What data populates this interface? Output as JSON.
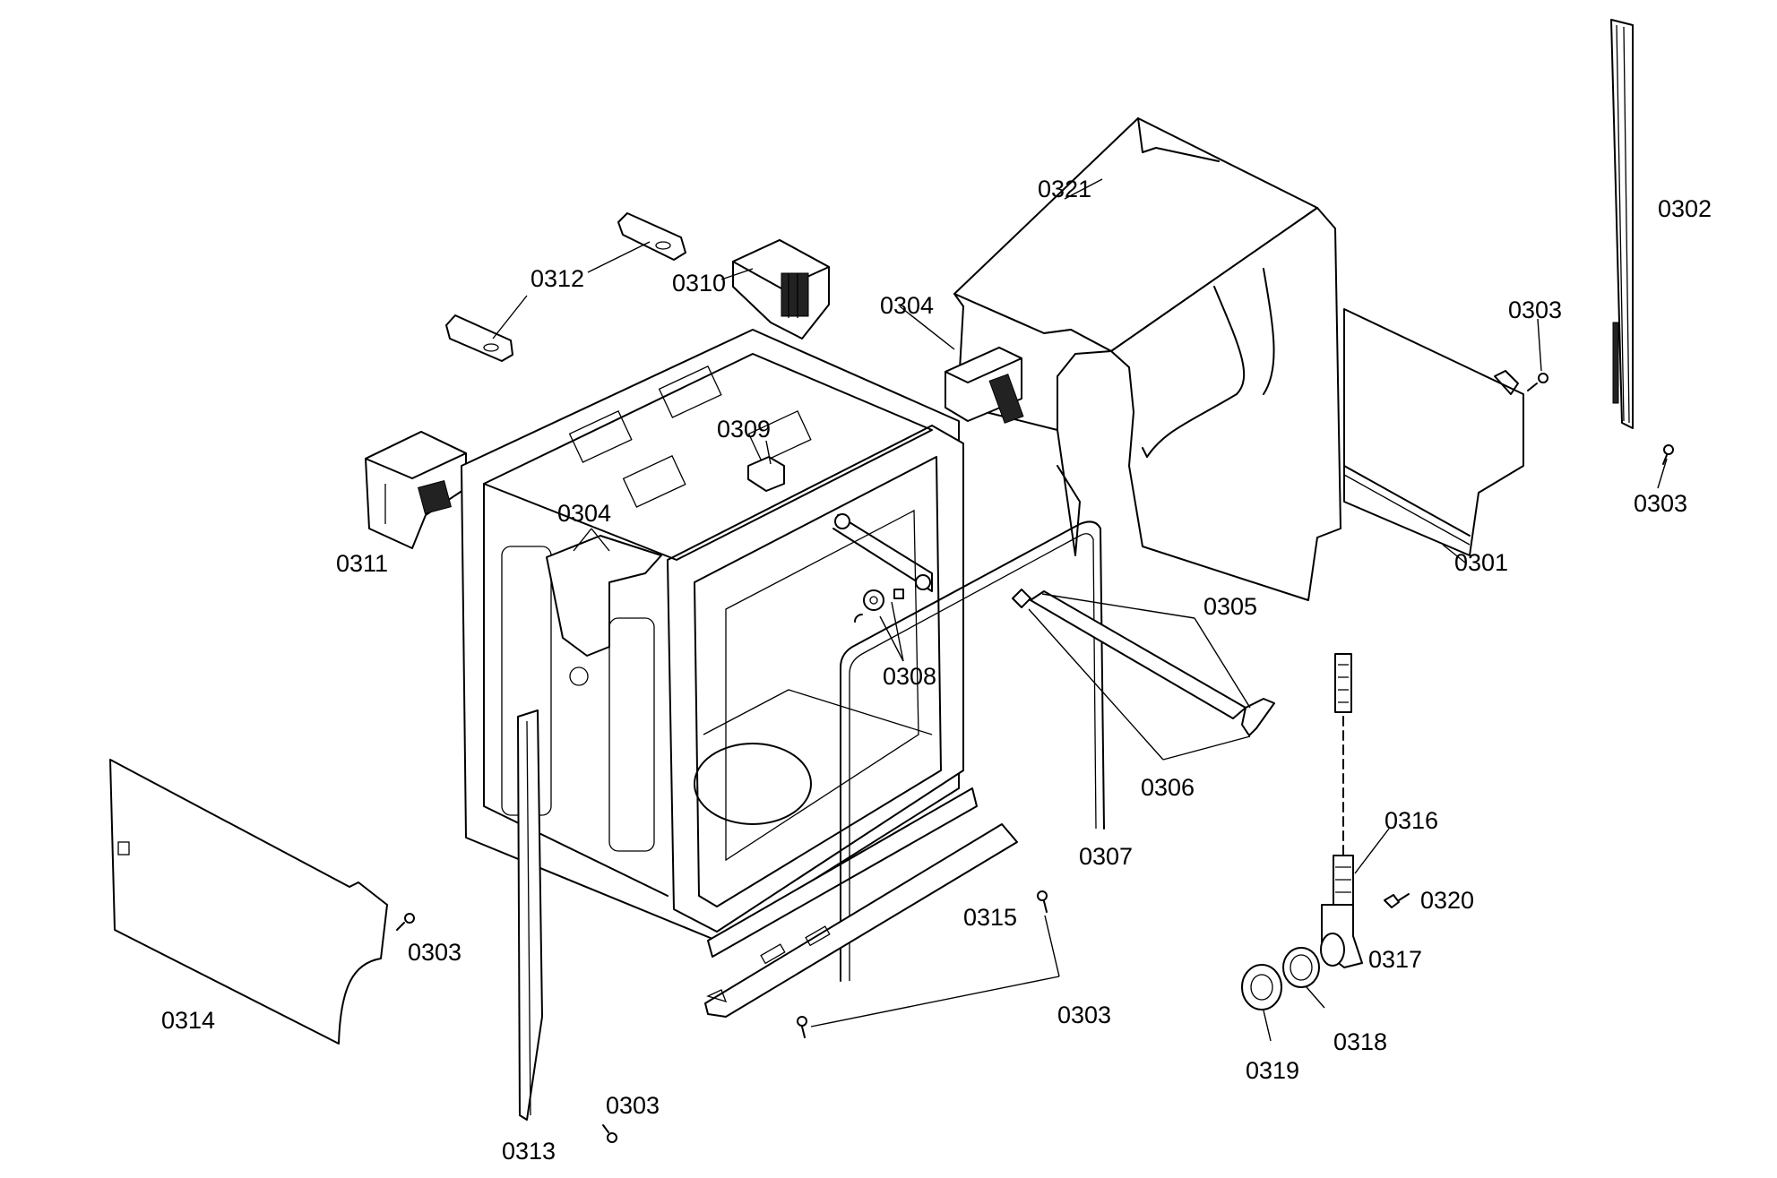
{
  "labels": {
    "p0301": "0301",
    "p0302": "0302",
    "p0303_a": "0303",
    "p0303_b": "0303",
    "p0303_c": "0303",
    "p0303_d": "0303",
    "p0303_e": "0303",
    "p0304_a": "0304",
    "p0304_b": "0304",
    "p0305": "0305",
    "p0306": "0306",
    "p0307": "0307",
    "p0308": "0308",
    "p0309": "0309",
    "p0310": "0310",
    "p0311": "0311",
    "p0312": "0312",
    "p0313": "0313",
    "p0314": "0314",
    "p0315": "0315",
    "p0316": "0316",
    "p0317": "0317",
    "p0318": "0318",
    "p0319": "0319",
    "p0320": "0320",
    "p0321": "0321"
  }
}
